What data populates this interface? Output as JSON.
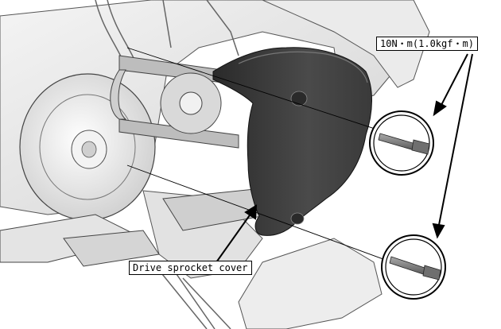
{
  "labels": {
    "torque_spec": "10N・m(1.0kgf・m)",
    "part_name": "Drive sprocket cover"
  },
  "colors": {
    "line_art": "#333333",
    "engine_shade": "#e6e6e6",
    "cover_dark": "#3a3a3a",
    "label_border": "#000000"
  },
  "parts": {
    "bolt_count": 2,
    "detail_circles": 2
  }
}
